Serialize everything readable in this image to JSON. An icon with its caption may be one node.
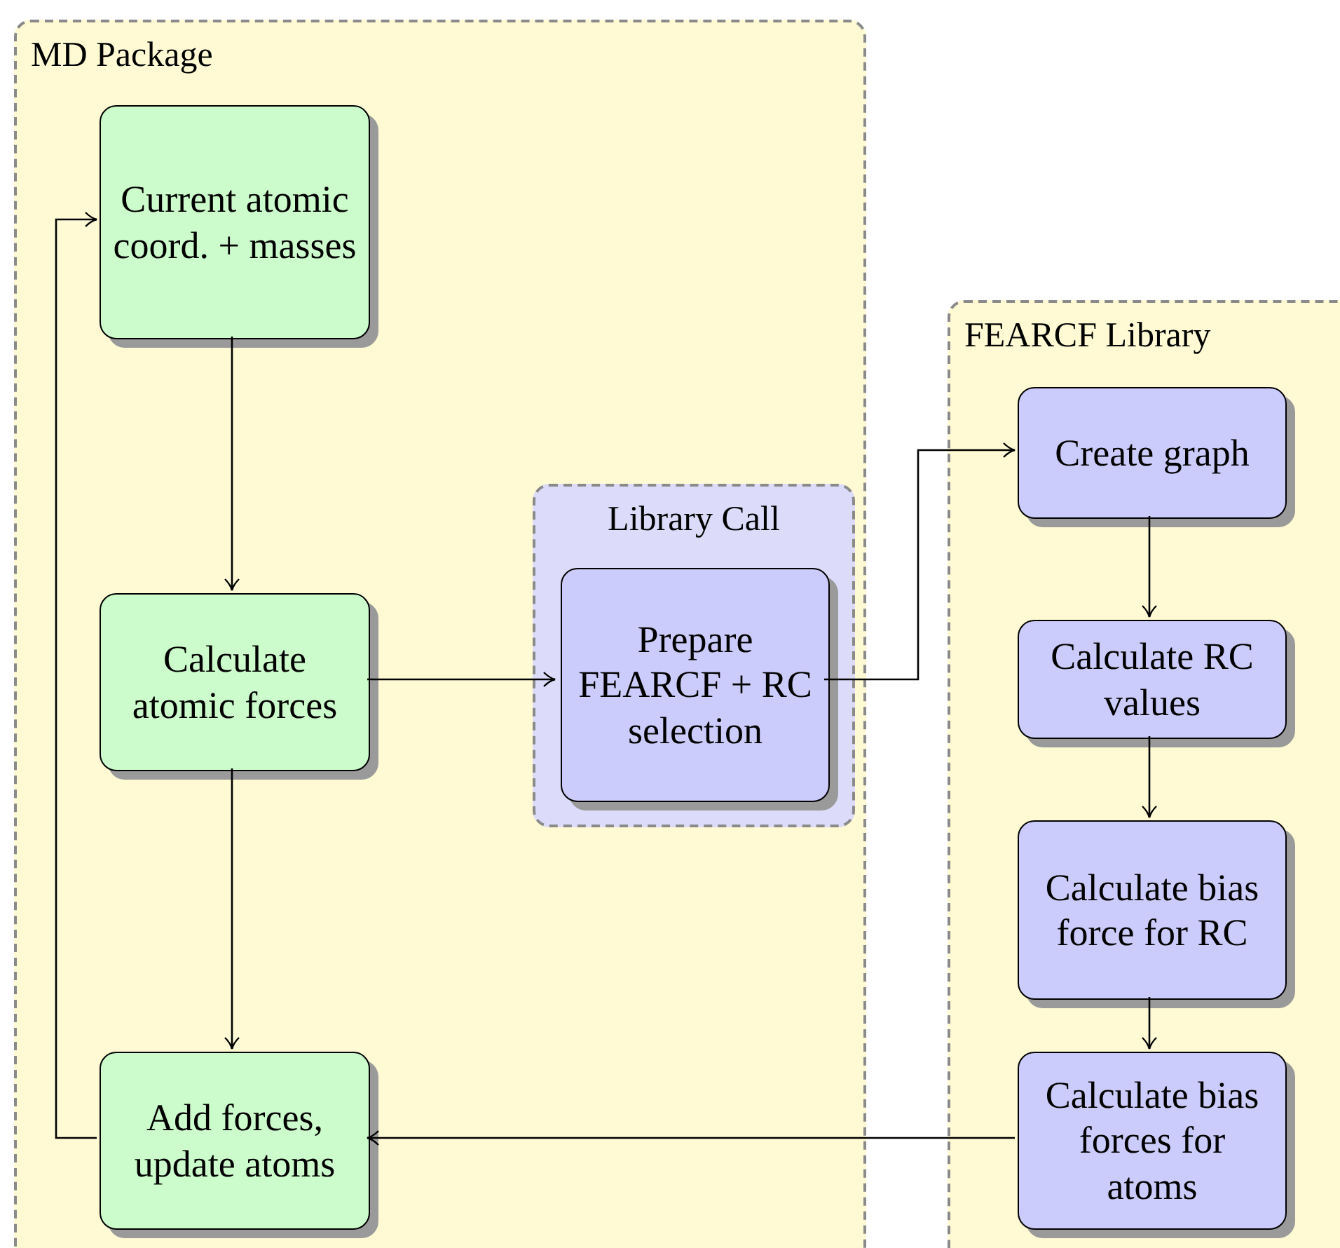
{
  "diagram": {
    "nodes": [
      {
        "text": [
          "MD Package"
        ]
      },
      {
        "text": [
          "Current atomic coord. + masses"
        ],
        "in": 0
      },
      {
        "text": [
          "Calculate atomic forces"
        ],
        "in": 0
      },
      {
        "text": [
          "Add forces, update atoms"
        ],
        "in": 0
      },
      {
        "text": [
          "Library Call"
        ],
        "in": 0
      },
      {
        "text": [
          "Prepare FEARCF + RC selection"
        ],
        "in": 4
      },
      {
        "text": [
          "FEARCF Library"
        ]
      },
      {
        "text": [
          "Create graph"
        ],
        "in": 6
      },
      {
        "text": [
          "Calculate RC values"
        ],
        "in": 6
      },
      {
        "text": [
          "Calculate bias force for RC"
        ],
        "in": 6
      },
      {
        "text": [
          "Calculate bias forces for atoms"
        ],
        "in": 6
      }
    ],
    "edges": [
      {
        "from": 1,
        "to": 2,
        "arrow": "to"
      },
      {
        "from": 2,
        "to": 3,
        "arrow": "to"
      },
      {
        "from": 3,
        "to": 1,
        "arrow": "to"
      },
      {
        "from": 2,
        "to": 5,
        "arrow": "to"
      },
      {
        "from": 5,
        "to": 7,
        "arrow": "to"
      },
      {
        "from": 7,
        "to": 8,
        "arrow": "to"
      },
      {
        "from": 8,
        "to": 9,
        "arrow": "to"
      },
      {
        "from": 9,
        "to": 10,
        "arrow": "to"
      },
      {
        "from": 10,
        "to": 3,
        "arrow": "to"
      }
    ]
  }
}
